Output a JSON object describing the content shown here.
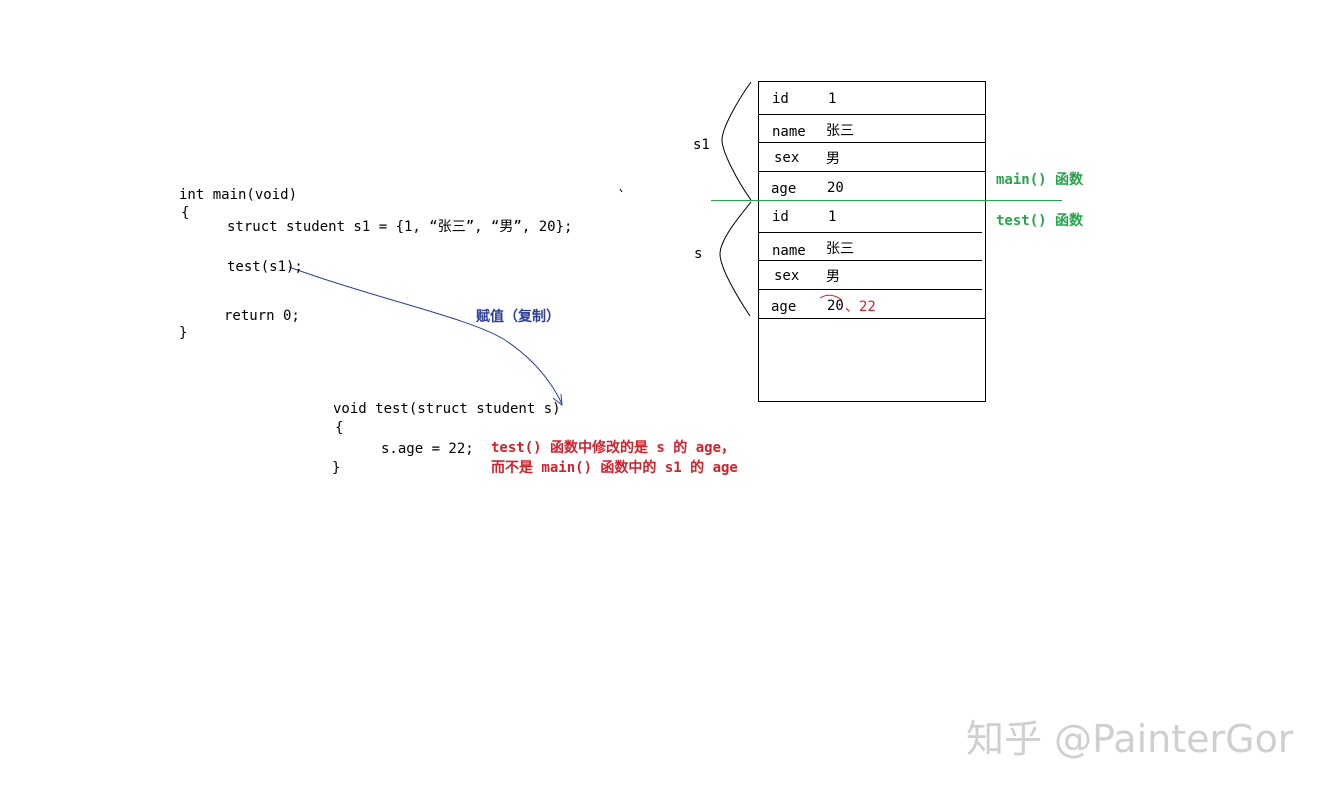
{
  "code_main": {
    "line1": "int main(void)",
    "line2": "{",
    "line3": "struct student s1 = {1, “张三”, “男”, 20};",
    "line4": "test(s1);",
    "line5": "return 0;",
    "line6": "}"
  },
  "code_test": {
    "line1": "void test(struct student s)",
    "line2": "{",
    "line3": "s.age = 22;",
    "line4": "}"
  },
  "annotations": {
    "assign": "赋值（复制）",
    "note_line1": "test() 函数中修改的是 s 的 age，",
    "note_line2": "而不是 main() 函数中的 s1 的 age",
    "main_frame": "main() 函数",
    "test_frame": "test() 函数"
  },
  "brace_labels": {
    "s1": "s1",
    "s": "s"
  },
  "memory": {
    "s1": [
      {
        "field": "id",
        "value": "1"
      },
      {
        "field": "name",
        "value": "张三"
      },
      {
        "field": "sex",
        "value": "男"
      },
      {
        "field": "age",
        "value": "20"
      }
    ],
    "s": [
      {
        "field": "id",
        "value": "1"
      },
      {
        "field": "name",
        "value": "张三"
      },
      {
        "field": "sex",
        "value": "男"
      },
      {
        "field": "age",
        "value": "20",
        "new_value": "、22"
      }
    ]
  },
  "watermark": "知乎 @PainterGor",
  "colors": {
    "note": "#d4202a",
    "frame_label": "#26a44a",
    "arrow": "#2d3f9a"
  }
}
